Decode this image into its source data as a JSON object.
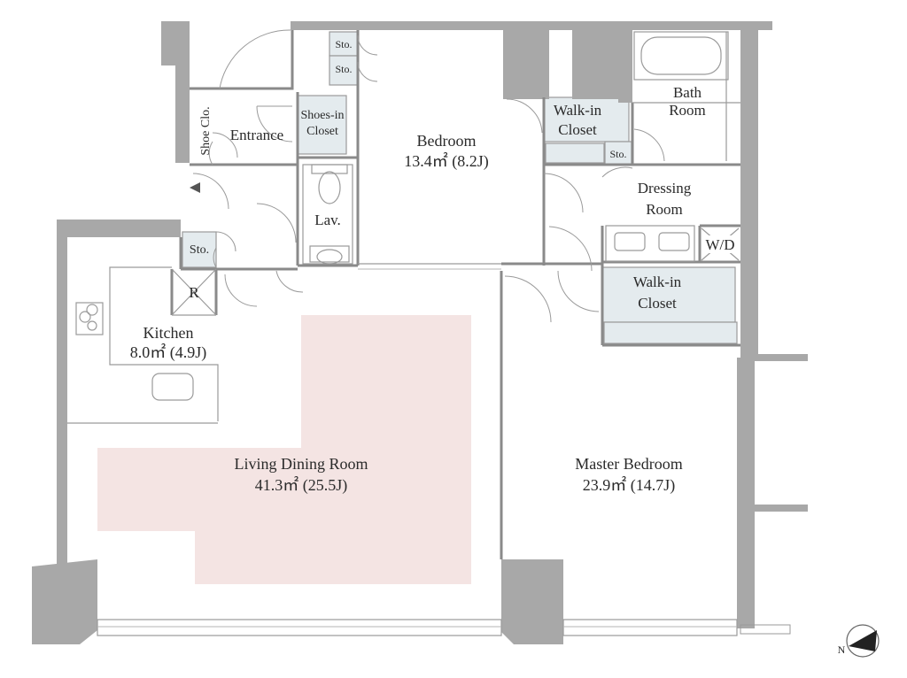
{
  "plan": {
    "accent_color": "#f4e4e3",
    "closet_color": "#e4ebee",
    "wall_color": "#a8a8a8"
  },
  "rooms": {
    "entrance": "Entrance",
    "shoe_clo": "Shoe Clo.",
    "shoes_in_closet_1": "Shoes-in",
    "shoes_in_closet_2": "Closet",
    "sto_top_1": "Sto.",
    "sto_top_2": "Sto.",
    "sto_entry": "Sto.",
    "sto_walkin": "Sto.",
    "lav": "Lav.",
    "bedroom_name": "Bedroom",
    "bedroom_area": "13.4㎡  (8.2J)",
    "walkin_closet_top_1": "Walk-in",
    "walkin_closet_top_2": "Closet",
    "bath_1": "Bath",
    "bath_2": "Room",
    "dressing_1": "Dressing",
    "dressing_2": "Room",
    "wd": "W/D",
    "walkin_closet_master_1": "Walk-in",
    "walkin_closet_master_2": "Closet",
    "fridge": "R",
    "kitchen_name": "Kitchen",
    "kitchen_area": "8.0㎡  (4.9J)",
    "ldr_name": "Living Dining Room",
    "ldr_area": "41.3㎡  (25.5J)",
    "master_name": "Master Bedroom",
    "master_area": "23.9㎡  (14.7J)",
    "compass": "N"
  }
}
